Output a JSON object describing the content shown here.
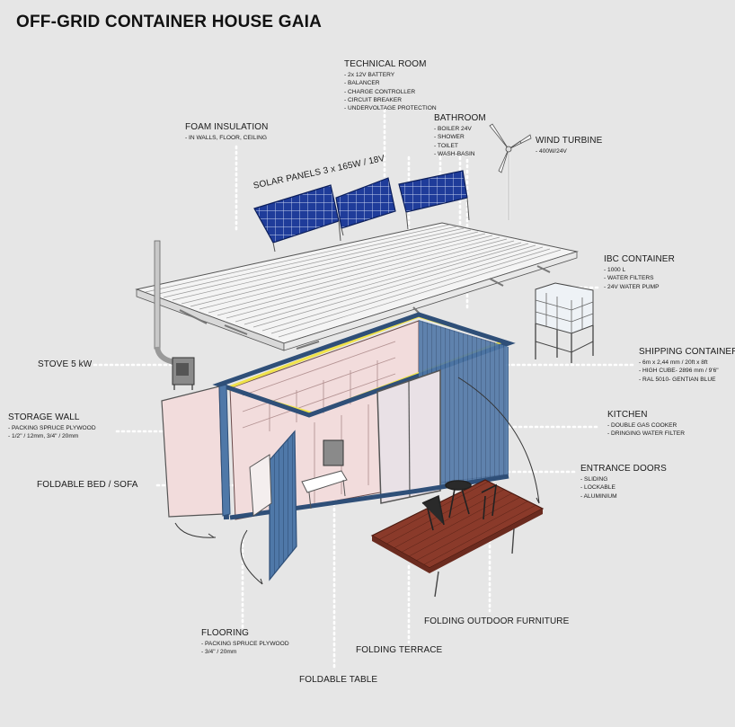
{
  "title": "OFF-GRID CONTAINER HOUSE GAIA",
  "labels": {
    "technical_room": {
      "heading": "TECHNICAL ROOM",
      "items": [
        "- 2x 12V BATTERY",
        "- BALANCER",
        "- CHARGE CONTROLLER",
        "- CIRCUIT BREAKER",
        "- UNDERVOLTAGE PROTECTION"
      ]
    },
    "foam_insulation": {
      "heading": "FOAM INSULATION",
      "items": [
        "- IN WALLS, FLOOR, CEILING"
      ]
    },
    "bathroom": {
      "heading": "BATHROOM",
      "items": [
        "- BOILER 24V",
        "- SHOWER",
        "- TOILET",
        "- WASH-BASIN"
      ]
    },
    "wind_turbine": {
      "heading": "WIND TURBINE",
      "items": [
        "- 400W/24V"
      ]
    },
    "solar_panels": {
      "heading": "SOLAR PANELS 3 x 165W / 18V"
    },
    "ibc_container": {
      "heading": "IBC CONTAINER",
      "items": [
        "- 1000 L",
        "- WATER FILTERS",
        "- 24V WATER PUMP"
      ]
    },
    "stove": {
      "heading": "STOVE 5 kW"
    },
    "shipping_container": {
      "heading": "SHIPPING CONTAINER",
      "items": [
        "- 6m x 2,44 mm / 20ft x 8ft",
        "- HIGH CUBE- 2896 mm / 9'6\"",
        "- RAL 5010- GENTIAN BLUE"
      ]
    },
    "storage_wall": {
      "heading": "STORAGE WALL",
      "items": [
        "- PACKING SPRUCE PLYWOOD",
        "- 1/2\" / 12mm, 3/4\" / 20mm"
      ]
    },
    "kitchen": {
      "heading": "KITCHEN",
      "items": [
        "- DOUBLE GAS COOKER",
        "- DRINGING WATER FILTER"
      ]
    },
    "entrance_doors": {
      "heading": "ENTRANCE DOORS",
      "items": [
        "- SLIDING",
        "- LOCKABLE",
        "- ALUMINIUM"
      ]
    },
    "foldable_bed": {
      "heading": "FOLDABLE BED / SOFA"
    },
    "flooring": {
      "heading": "FLOORING",
      "items": [
        "- PACKING SPRUCE PLYWOOD",
        "- 3/4\" / 20mm"
      ]
    },
    "folding_outdoor_furniture": {
      "heading": "FOLDING OUTDOOR FURNITURE"
    },
    "folding_terrace": {
      "heading": "FOLDING TERRACE"
    },
    "foldable_table": {
      "heading": "FOLDABLE TABLE"
    }
  },
  "colors": {
    "background": "#e6e6e6",
    "container_blue": "#4f78a8",
    "container_dark": "#2f4f78",
    "interior_pink": "#f2dcdc",
    "solar_blue": "#1f3c9a",
    "deck_brown": "#8a3a2a",
    "roof": "#f4f4f4",
    "accent_yellow": "#f0e24a"
  }
}
